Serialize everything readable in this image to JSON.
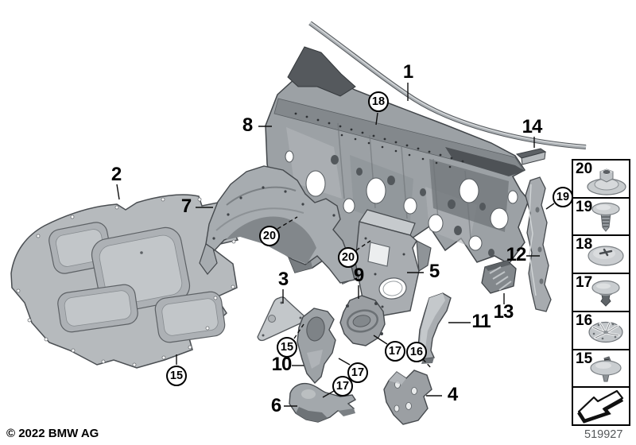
{
  "page": {
    "copyright": "© 2022 BMW AG",
    "diagram_number": "519927"
  },
  "callouts": [
    {
      "label": "1",
      "circled": false
    },
    {
      "label": "2",
      "circled": false
    },
    {
      "label": "3",
      "circled": false
    },
    {
      "label": "4",
      "circled": false
    },
    {
      "label": "5",
      "circled": false
    },
    {
      "label": "6",
      "circled": false
    },
    {
      "label": "7",
      "circled": false
    },
    {
      "label": "8",
      "circled": false
    },
    {
      "label": "9",
      "circled": false
    },
    {
      "label": "10",
      "circled": false
    },
    {
      "label": "11",
      "circled": false
    },
    {
      "label": "12",
      "circled": false
    },
    {
      "label": "13",
      "circled": false
    },
    {
      "label": "14",
      "circled": false
    },
    {
      "label": "15",
      "circled": true
    },
    {
      "label": "15",
      "circled": true
    },
    {
      "label": "16",
      "circled": true
    },
    {
      "label": "17",
      "circled": true
    },
    {
      "label": "17",
      "circled": true
    },
    {
      "label": "17",
      "circled": true
    },
    {
      "label": "18",
      "circled": true
    },
    {
      "label": "19",
      "circled": true
    },
    {
      "label": "20",
      "circled": true
    },
    {
      "label": "20",
      "circled": true
    }
  ],
  "legend": {
    "items": [
      {
        "number": "20",
        "icon": "flanged-nut-icon"
      },
      {
        "number": "19",
        "icon": "expanding-rivet-icon"
      },
      {
        "number": "18",
        "icon": "dome-washer-screw-icon"
      },
      {
        "number": "17",
        "icon": "dome-head-clip-icon"
      },
      {
        "number": "16",
        "icon": "spread-plate-clip-icon"
      },
      {
        "number": "15",
        "icon": "dome-screw-fastener-icon"
      }
    ],
    "direction_icon": "viewing-direction-arrow-icon"
  },
  "colors": {
    "background": "#ffffff",
    "part_fill": "#aab0b4",
    "part_shadow": "#74797d",
    "part_highlight": "#cfd3d5",
    "outline": "#3f4347",
    "callout_text": "#000000",
    "diagram_number_text": "#55585a"
  }
}
